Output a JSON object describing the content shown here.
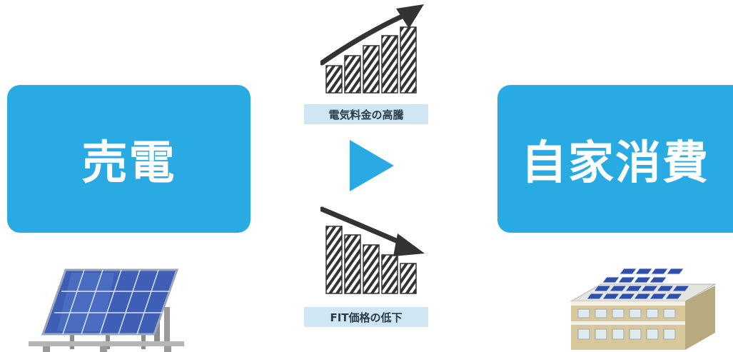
{
  "left_box": {
    "label": "売電",
    "color": "#2aaae2"
  },
  "right_box": {
    "label": "自家消費",
    "color": "#2aaae2"
  },
  "top_tag": {
    "label": "電気料金の高騰"
  },
  "bottom_tag": {
    "label": "FIT価格の低下"
  },
  "icons": {
    "center_arrow": "play-arrow-icon",
    "top_chart": "rising-bar-chart-icon",
    "bottom_chart": "falling-bar-chart-icon",
    "left_image": "solar-panel-icon",
    "right_image": "solar-roof-building-icon"
  }
}
